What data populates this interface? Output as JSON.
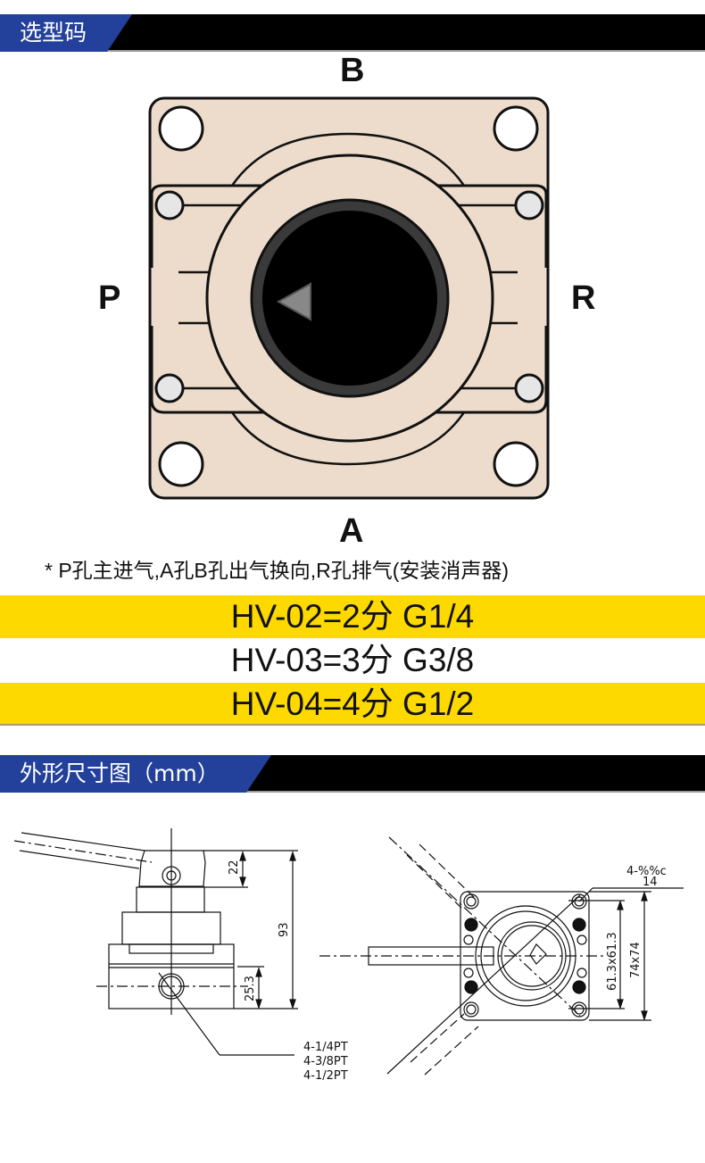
{
  "sections": {
    "model_selection": {
      "title": "选型码"
    },
    "dimensions": {
      "title": "外形尺寸图（mm）"
    }
  },
  "valve_diagram": {
    "ports": {
      "top": "B",
      "left": "P",
      "right": "R",
      "bottom": "A"
    },
    "colors": {
      "body": "#eddccb",
      "outline": "#111111",
      "knob": "#000000",
      "knob_ring": "#3a3a3a",
      "arrow": "#888888"
    }
  },
  "note": "* P孔主进气,A孔B孔出气换向,R孔排气(安装消声器)",
  "models": [
    {
      "label": "HV-02=2分  G1/4",
      "highlight": true
    },
    {
      "label": "HV-03=3分  G3/8",
      "highlight": false
    },
    {
      "label": "HV-04=4分  G1/2",
      "highlight": true
    }
  ],
  "colors": {
    "header_tab": "#23409b",
    "header_bar": "#000000",
    "highlight_row": "#fdd900"
  },
  "dimension_drawing": {
    "side_view": {
      "handle_height": "22",
      "total_height": "93",
      "port_height": "25.3",
      "port_callouts": [
        "4-1/4PT",
        "4-3/8PT",
        "4-1/2PT"
      ]
    },
    "top_view": {
      "hole_label_line1": "4-%%c",
      "hole_label_line2": "14",
      "inner_size": "61.3x61.3",
      "outer_size": "74x74"
    }
  }
}
